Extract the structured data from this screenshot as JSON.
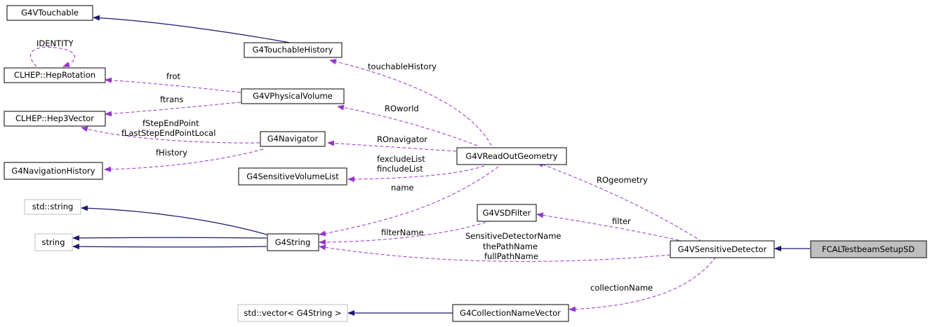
{
  "colors": {
    "inheritance": "#191970",
    "usage": "#9a32cd",
    "node_border": "#000000",
    "external_border": "#bfbfbf",
    "focus_fill": "#bfbfbf"
  },
  "nodes": {
    "g4vtouchable": "G4VTouchable",
    "g4touchablehistory": "G4TouchableHistory",
    "heprotation": "CLHEP::HepRotation",
    "g4vphysicalvolume": "G4VPhysicalVolume",
    "hep3vector": "CLHEP::Hep3Vector",
    "g4navigator": "G4Navigator",
    "g4vreadoutgeometry": "G4VReadOutGeometry",
    "g4navigationhistory": "G4NavigationHistory",
    "g4sensitivevolumelist": "G4SensitiveVolumeList",
    "std_string": "std::string",
    "g4vsdfilter": "G4VSDFilter",
    "string": "string",
    "g4string": "G4String",
    "g4vsensitivedetector": "G4VSensitiveDetector",
    "fcaltestbeamsetupsd": "FCALTestbeamSetupSD",
    "std_vector": "std::vector< G4String >",
    "g4collectionnamevector": "G4CollectionNameVector"
  },
  "labels": {
    "identity": "IDENTITY",
    "touchablehistory": "touchableHistory",
    "frot": "frot",
    "ftrans": "ftrans",
    "roworld": "ROworld",
    "fstependpoint": "fStepEndPoint",
    "flaststependpointlocal": "fLastStepEndPointLocal",
    "ronavigator": "ROnavigator",
    "fhistory": "fHistory",
    "fexcludelist": "fexcludeList",
    "fincludelist": "fincludeList",
    "rogeometry": "ROgeometry",
    "name": "name",
    "filter": "filter",
    "filtername": "filterName",
    "sensitivedetectorname": "SensitiveDetectorName",
    "thepathname": "thePathName",
    "fullpathname": "fullPathName",
    "collectionname": "collectionName"
  }
}
